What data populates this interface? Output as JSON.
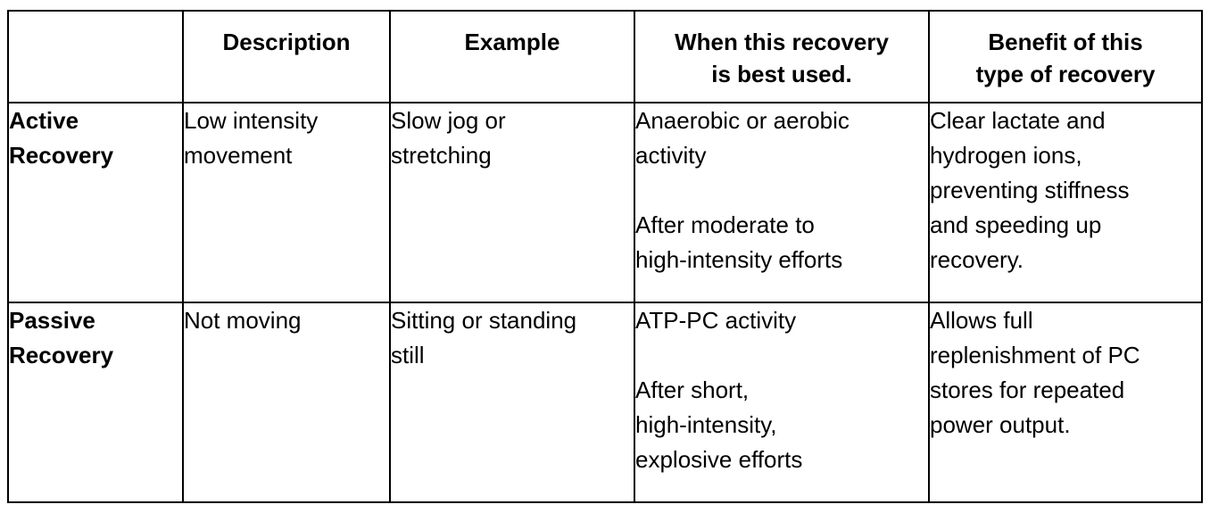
{
  "table": {
    "headers": [
      {
        "lines": [
          ""
        ]
      },
      {
        "lines": [
          "Description"
        ]
      },
      {
        "lines": [
          "Example"
        ]
      },
      {
        "lines": [
          "When this recovery",
          "is best used."
        ]
      },
      {
        "lines": [
          "Benefit of this",
          "type of recovery"
        ]
      }
    ],
    "rows": [
      {
        "label": [
          "Active",
          "Recovery"
        ],
        "description": [
          "Low intensity",
          "movement"
        ],
        "example": [
          "Slow jog or",
          "stretching"
        ],
        "when_used": {
          "a": [
            "Anaerobic or aerobic",
            "activity"
          ],
          "b": [
            "After moderate to",
            "high-intensity efforts"
          ]
        },
        "benefit": [
          "Clear lactate and",
          "hydrogen ions,",
          "preventing stiffness",
          "and speeding up",
          "recovery."
        ]
      },
      {
        "label": [
          "Passive",
          "Recovery"
        ],
        "description": [
          "Not moving"
        ],
        "example": [
          "Sitting or standing",
          "still"
        ],
        "when_used": {
          "a": [
            "ATP-PC activity"
          ],
          "b": [
            "After short,",
            "high-intensity,",
            "explosive efforts"
          ]
        },
        "benefit": [
          "Allows full",
          "replenishment of PC",
          "stores for repeated",
          "power output."
        ]
      }
    ]
  }
}
